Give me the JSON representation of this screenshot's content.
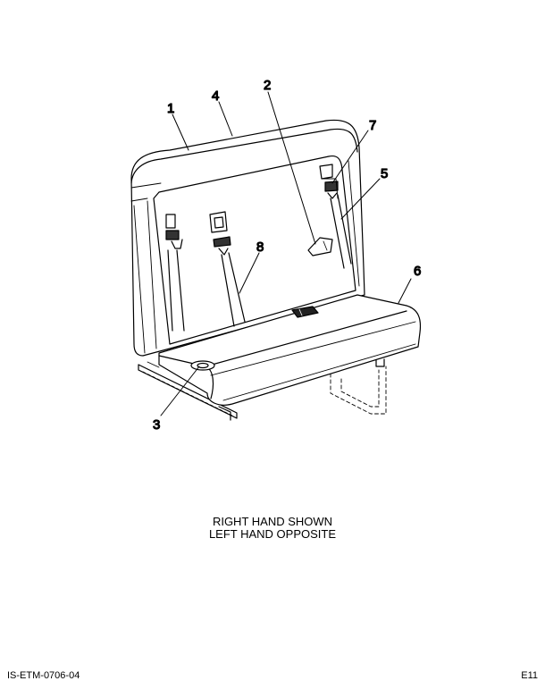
{
  "callouts": {
    "c1": "1",
    "c2": "2",
    "c3": "3",
    "c4": "4",
    "c5": "5",
    "c6": "6",
    "c7": "7",
    "c8": "8"
  },
  "caption": {
    "line1": "RIGHT HAND SHOWN",
    "line2": "LEFT HAND OPPOSITE"
  },
  "footer": {
    "left": "IS-ETM-0706-04",
    "right": "E11"
  }
}
